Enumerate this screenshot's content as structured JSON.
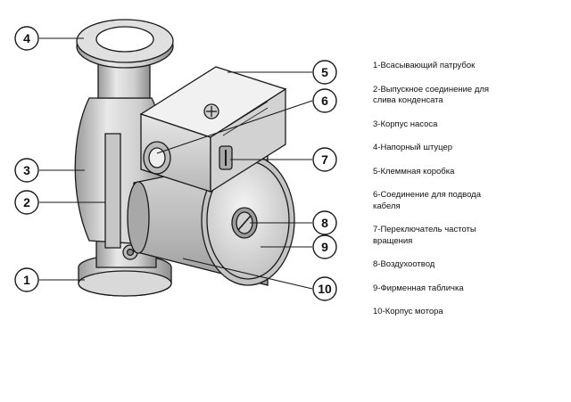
{
  "callouts": [
    {
      "num": "1",
      "text": "1-Всасывающий патрубок"
    },
    {
      "num": "2",
      "text": "2-Выпускное соединение для\nслива конденсата"
    },
    {
      "num": "3",
      "text": "3-Корпус насоса"
    },
    {
      "num": "4",
      "text": "4-Напорный штуцер"
    },
    {
      "num": "5",
      "text": "5-Клеммная коробка"
    },
    {
      "num": "6",
      "text": "6-Соединение для подвода\nкабеля"
    },
    {
      "num": "7",
      "text": "7-Переключатель частоты\nвращения"
    },
    {
      "num": "8",
      "text": "8-Воздухоотвод"
    },
    {
      "num": "9",
      "text": "9-Фирменная табличка"
    },
    {
      "num": "10",
      "text": "10-Корпус мотора"
    }
  ],
  "icons": [
    "pump-drawing"
  ],
  "colors": {
    "line": "#1a1a1a",
    "shade": "#cfcfcf",
    "text": "#111111"
  }
}
